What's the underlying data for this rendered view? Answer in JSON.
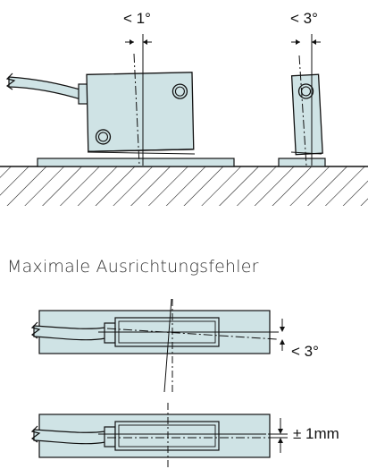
{
  "top_diagram": {
    "left_angle_label": "< 1°",
    "right_angle_label": "< 3°"
  },
  "caption": "Maximale Ausrichtungsfehler",
  "bottom_diagram": {
    "angle_label": "< 3°",
    "offset_label": "± 1mm"
  },
  "colors": {
    "sensor_fill": "#cfe3e5",
    "line": "#111111",
    "background": "#ffffff"
  }
}
